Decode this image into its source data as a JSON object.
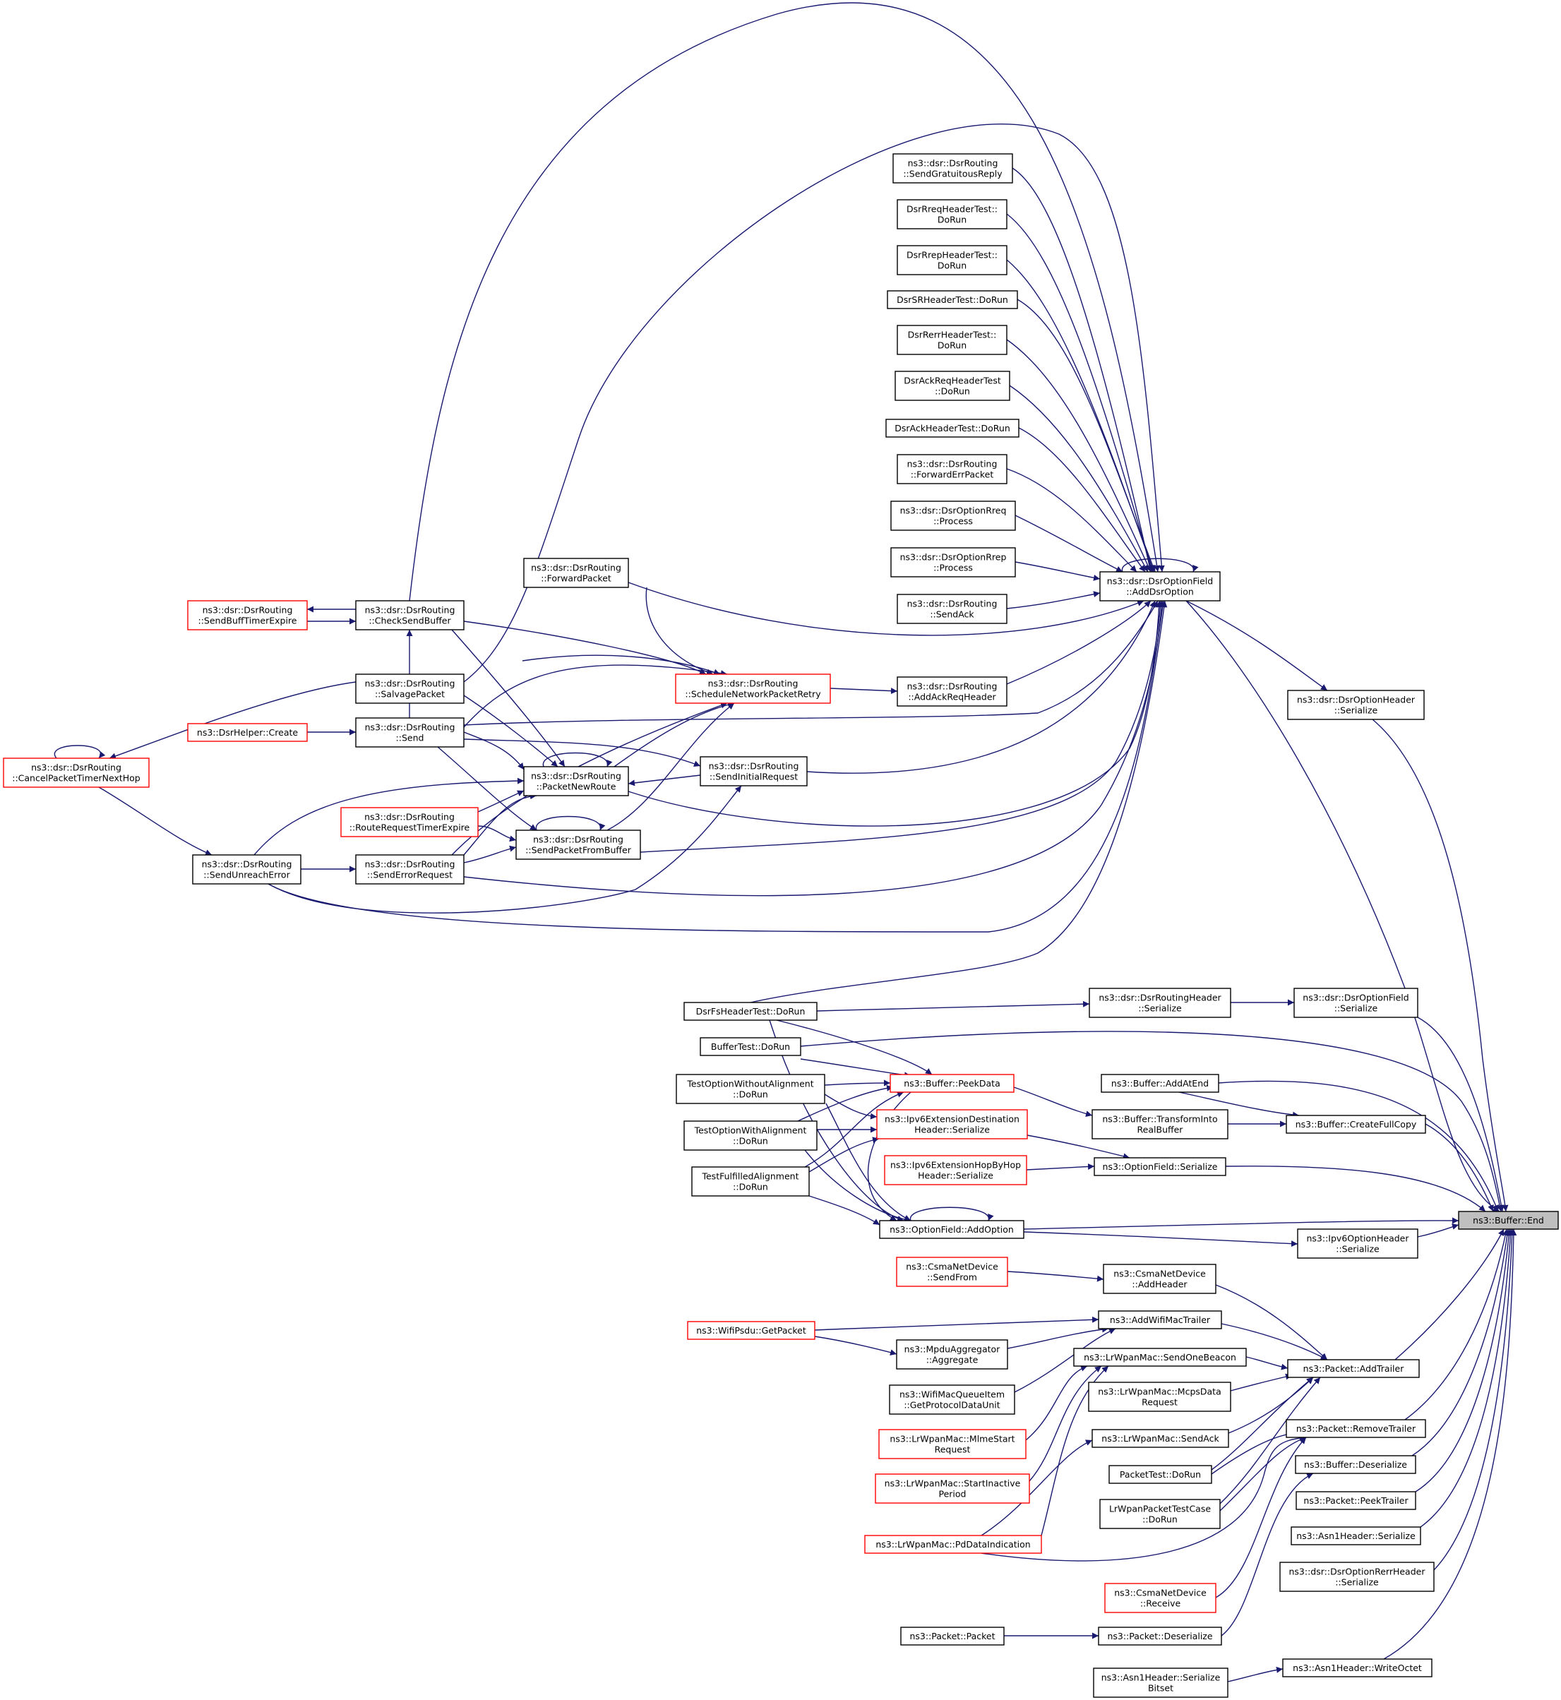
{
  "graph": {
    "title": "ns3::Buffer::End",
    "edge_color": "#191970",
    "nodes": [
      {
        "id": "end",
        "label": [
          "ns3::Buffer::End"
        ],
        "style": "hl"
      },
      {
        "id": "addDsrOption",
        "label": [
          "ns3::dsr::DsrOptionField",
          "::AddDsrOption"
        ],
        "style": "black"
      },
      {
        "id": "sendGratuitous",
        "label": [
          "ns3::dsr::DsrRouting",
          "::SendGratuitousReply"
        ],
        "style": "black"
      },
      {
        "id": "dsrRreqTest",
        "label": [
          "DsrRreqHeaderTest::",
          "DoRun"
        ],
        "style": "black"
      },
      {
        "id": "dsrRrepTest",
        "label": [
          "DsrRrepHeaderTest::",
          "DoRun"
        ],
        "style": "black"
      },
      {
        "id": "dsrSRTest",
        "label": [
          "DsrSRHeaderTest::DoRun"
        ],
        "style": "black"
      },
      {
        "id": "dsrRerrTest",
        "label": [
          "DsrRerrHeaderTest::",
          "DoRun"
        ],
        "style": "black"
      },
      {
        "id": "dsrAckReqTest",
        "label": [
          "DsrAckReqHeaderTest",
          "::DoRun"
        ],
        "style": "black"
      },
      {
        "id": "dsrAckTest",
        "label": [
          "DsrAckHeaderTest::DoRun"
        ],
        "style": "black"
      },
      {
        "id": "forwardErr",
        "label": [
          "ns3::dsr::DsrRouting",
          "::ForwardErrPacket"
        ],
        "style": "black"
      },
      {
        "id": "rreqProcess",
        "label": [
          "ns3::dsr::DsrOptionRreq",
          "::Process"
        ],
        "style": "black"
      },
      {
        "id": "rrepProcess",
        "label": [
          "ns3::dsr::DsrOptionRrep",
          "::Process"
        ],
        "style": "black"
      },
      {
        "id": "sendAck",
        "label": [
          "ns3::dsr::DsrRouting",
          "::SendAck"
        ],
        "style": "black"
      },
      {
        "id": "addAckReq",
        "label": [
          "ns3::dsr::DsrRouting",
          "::AddAckReqHeader"
        ],
        "style": "black"
      },
      {
        "id": "forwardPacket",
        "label": [
          "ns3::dsr::DsrRouting",
          "::ForwardPacket"
        ],
        "style": "black"
      },
      {
        "id": "scheduleRetry",
        "label": [
          "ns3::dsr::DsrRouting",
          "::ScheduleNetworkPacketRetry"
        ],
        "style": "red"
      },
      {
        "id": "sendInitialReq",
        "label": [
          "ns3::dsr::DsrRouting",
          "::SendInitialRequest"
        ],
        "style": "black"
      },
      {
        "id": "checkSendBuffer",
        "label": [
          "ns3::dsr::DsrRouting",
          "::CheckSendBuffer"
        ],
        "style": "black"
      },
      {
        "id": "sendBuffTimer",
        "label": [
          "ns3::dsr::DsrRouting",
          "::SendBuffTimerExpire"
        ],
        "style": "red"
      },
      {
        "id": "salvagePacket",
        "label": [
          "ns3::dsr::DsrRouting",
          "::SalvagePacket"
        ],
        "style": "black"
      },
      {
        "id": "dsrSend",
        "label": [
          "ns3::dsr::DsrRouting",
          "::Send"
        ],
        "style": "black"
      },
      {
        "id": "dsrHelperCreate",
        "label": [
          "ns3::DsrHelper::Create"
        ],
        "style": "red"
      },
      {
        "id": "cancelPacketTimer",
        "label": [
          "ns3::dsr::DsrRouting",
          "::CancelPacketTimerNextHop"
        ],
        "style": "red"
      },
      {
        "id": "packetNewRoute",
        "label": [
          "ns3::dsr::DsrRouting",
          "::PacketNewRoute"
        ],
        "style": "black"
      },
      {
        "id": "routeReqTimer",
        "label": [
          "ns3::dsr::DsrRouting",
          "::RouteRequestTimerExpire"
        ],
        "style": "red"
      },
      {
        "id": "sendPktFromBuffer",
        "label": [
          "ns3::dsr::DsrRouting",
          "::SendPacketFromBuffer"
        ],
        "style": "black"
      },
      {
        "id": "sendUnreachError",
        "label": [
          "ns3::dsr::DsrRouting",
          "::SendUnreachError"
        ],
        "style": "black"
      },
      {
        "id": "sendErrorReq",
        "label": [
          "ns3::dsr::DsrRouting",
          "::SendErrorRequest"
        ],
        "style": "black"
      },
      {
        "id": "optHeaderSerialize",
        "label": [
          "ns3::dsr::DsrOptionHeader",
          "::Serialize"
        ],
        "style": "black"
      },
      {
        "id": "dsrFsTest",
        "label": [
          "DsrFsHeaderTest::DoRun"
        ],
        "style": "black"
      },
      {
        "id": "routingHeaderSerialize",
        "label": [
          "ns3::dsr::DsrRoutingHeader",
          "::Serialize"
        ],
        "style": "black"
      },
      {
        "id": "optFieldSerialize",
        "label": [
          "ns3::dsr::DsrOptionField",
          "::Serialize"
        ],
        "style": "black"
      },
      {
        "id": "bufferTest",
        "label": [
          "BufferTest::DoRun"
        ],
        "style": "black"
      },
      {
        "id": "peekData",
        "label": [
          "ns3::Buffer::PeekData"
        ],
        "style": "red"
      },
      {
        "id": "addAtEnd",
        "label": [
          "ns3::Buffer::AddAtEnd"
        ],
        "style": "black"
      },
      {
        "id": "testOptWithout",
        "label": [
          "TestOptionWithoutAlignment",
          "::DoRun"
        ],
        "style": "black"
      },
      {
        "id": "ipv6DestSerialize",
        "label": [
          "ns3::Ipv6ExtensionDestination",
          "Header::Serialize"
        ],
        "style": "red"
      },
      {
        "id": "transformInto",
        "label": [
          "ns3::Buffer::TransformInto",
          "RealBuffer"
        ],
        "style": "black"
      },
      {
        "id": "createFullCopy",
        "label": [
          "ns3::Buffer::CreateFullCopy"
        ],
        "style": "black"
      },
      {
        "id": "testOptWith",
        "label": [
          "TestOptionWithAlignment",
          "::DoRun"
        ],
        "style": "black"
      },
      {
        "id": "ipv6HopSerialize",
        "label": [
          "ns3::Ipv6ExtensionHopByHop",
          "Header::Serialize"
        ],
        "style": "red"
      },
      {
        "id": "optionFieldSerialize",
        "label": [
          "ns3::OptionField::Serialize"
        ],
        "style": "black"
      },
      {
        "id": "testFulfilled",
        "label": [
          "TestFulfilledAlignment",
          "::DoRun"
        ],
        "style": "black"
      },
      {
        "id": "optionFieldAddOption",
        "label": [
          "ns3::OptionField::AddOption"
        ],
        "style": "black"
      },
      {
        "id": "ipv6OptHeaderSerialize",
        "label": [
          "ns3::Ipv6OptionHeader",
          "::Serialize"
        ],
        "style": "black"
      },
      {
        "id": "csmaSendFrom",
        "label": [
          "ns3::CsmaNetDevice",
          "::SendFrom"
        ],
        "style": "red"
      },
      {
        "id": "csmaAddHeader",
        "label": [
          "ns3::CsmaNetDevice",
          "::AddHeader"
        ],
        "style": "black"
      },
      {
        "id": "wifiPsduGetPacket",
        "label": [
          "ns3::WifiPsdu::GetPacket"
        ],
        "style": "red"
      },
      {
        "id": "addWifiMacTrailer",
        "label": [
          "ns3::AddWifiMacTrailer"
        ],
        "style": "black"
      },
      {
        "id": "mpduAggregate",
        "label": [
          "ns3::MpduAggregator",
          "::Aggregate"
        ],
        "style": "black"
      },
      {
        "id": "lrSendOneBeacon",
        "label": [
          "ns3::LrWpanMac::SendOneBeacon"
        ],
        "style": "black"
      },
      {
        "id": "packetAddTrailer",
        "label": [
          "ns3::Packet::AddTrailer"
        ],
        "style": "black"
      },
      {
        "id": "wifiMacQueueItem",
        "label": [
          "ns3::WifiMacQueueItem",
          "::GetProtocolDataUnit"
        ],
        "style": "black"
      },
      {
        "id": "lrMcpsData",
        "label": [
          "ns3::LrWpanMac::McpsData",
          "Request"
        ],
        "style": "black"
      },
      {
        "id": "packetRemoveTrailer",
        "label": [
          "ns3::Packet::RemoveTrailer"
        ],
        "style": "black"
      },
      {
        "id": "lrMlmeStart",
        "label": [
          "ns3::LrWpanMac::MlmeStart",
          "Request"
        ],
        "style": "red"
      },
      {
        "id": "lrSendAck",
        "label": [
          "ns3::LrWpanMac::SendAck"
        ],
        "style": "black"
      },
      {
        "id": "bufferDeserialize",
        "label": [
          "ns3::Buffer::Deserialize"
        ],
        "style": "black"
      },
      {
        "id": "packetTest",
        "label": [
          "PacketTest::DoRun"
        ],
        "style": "black"
      },
      {
        "id": "lrStartInactive",
        "label": [
          "ns3::LrWpanMac::StartInactive",
          "Period"
        ],
        "style": "red"
      },
      {
        "id": "packetPeekTrailer",
        "label": [
          "ns3::Packet::PeekTrailer"
        ],
        "style": "black"
      },
      {
        "id": "lrPacketTestCase",
        "label": [
          "LrWpanPacketTestCase",
          "::DoRun"
        ],
        "style": "black"
      },
      {
        "id": "asn1Serialize",
        "label": [
          "ns3::Asn1Header::Serialize"
        ],
        "style": "black"
      },
      {
        "id": "lrPdDataIndication",
        "label": [
          "ns3::LrWpanMac::PdDataIndication"
        ],
        "style": "red"
      },
      {
        "id": "rerrHeaderSerialize",
        "label": [
          "ns3::dsr::DsrOptionRerrHeader",
          "::Serialize"
        ],
        "style": "black"
      },
      {
        "id": "csmaReceive",
        "label": [
          "ns3::CsmaNetDevice",
          "::Receive"
        ],
        "style": "red"
      },
      {
        "id": "packetPacket",
        "label": [
          "ns3::Packet::Packet"
        ],
        "style": "black"
      },
      {
        "id": "packetDeserialize",
        "label": [
          "ns3::Packet::Deserialize"
        ],
        "style": "black"
      },
      {
        "id": "asn1WriteOctet",
        "label": [
          "ns3::Asn1Header::WriteOctet"
        ],
        "style": "black"
      },
      {
        "id": "asn1SerializeBitset",
        "label": [
          "ns3::Asn1Header::Serialize",
          "Bitset"
        ],
        "style": "black"
      }
    ]
  }
}
